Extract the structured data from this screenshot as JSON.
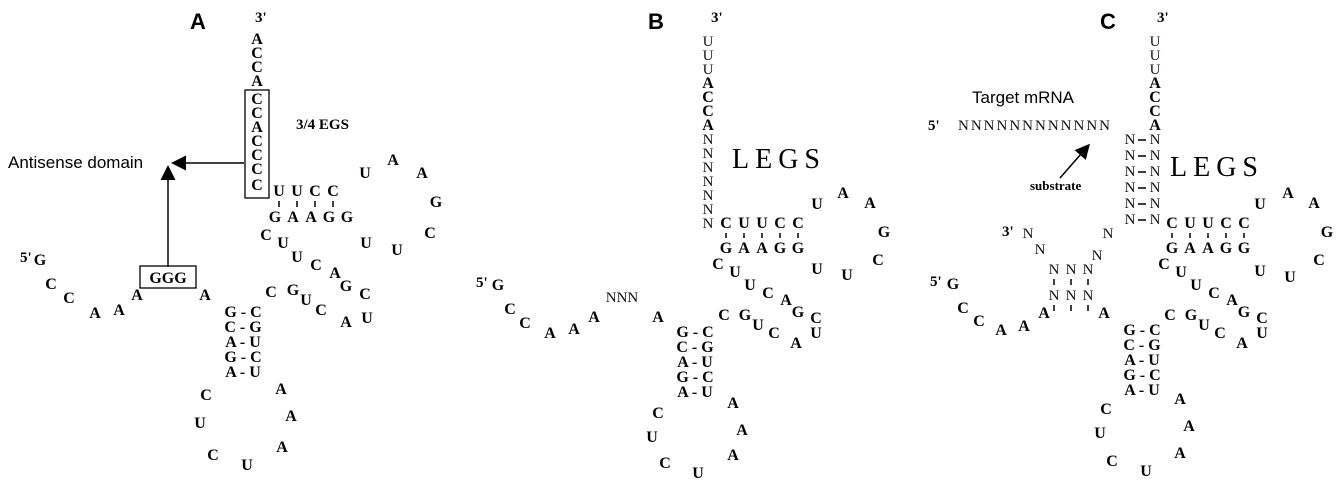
{
  "panels": [
    {
      "label": "A",
      "title": "3/4 EGS"
    },
    {
      "label": "B",
      "title": "LEGS"
    },
    {
      "label": "C",
      "title": "LEGS"
    }
  ],
  "annotations": {
    "antisense": "Antisense domain",
    "target": "Target mRNA",
    "substrate": "substrate",
    "three_prime": "3'",
    "five_prime": "5'"
  },
  "sequences": {
    "stem_a": [
      "A",
      "C",
      "C",
      "A"
    ],
    "antisense_box": [
      "C",
      "C",
      "A",
      "C",
      "C",
      "C",
      "C"
    ],
    "ggg_box": "GGG",
    "stem_b": [
      "U",
      "U",
      "U",
      "A",
      "C",
      "C",
      "A",
      "N",
      "N",
      "N",
      "N",
      "N",
      "N",
      "N"
    ],
    "nnn_linker": "NNN",
    "target_strand": "NNNNNNNNNNNN",
    "legs_letters": "LEGS"
  },
  "colors": {
    "ink": "#000000",
    "background": "#ffffff"
  }
}
